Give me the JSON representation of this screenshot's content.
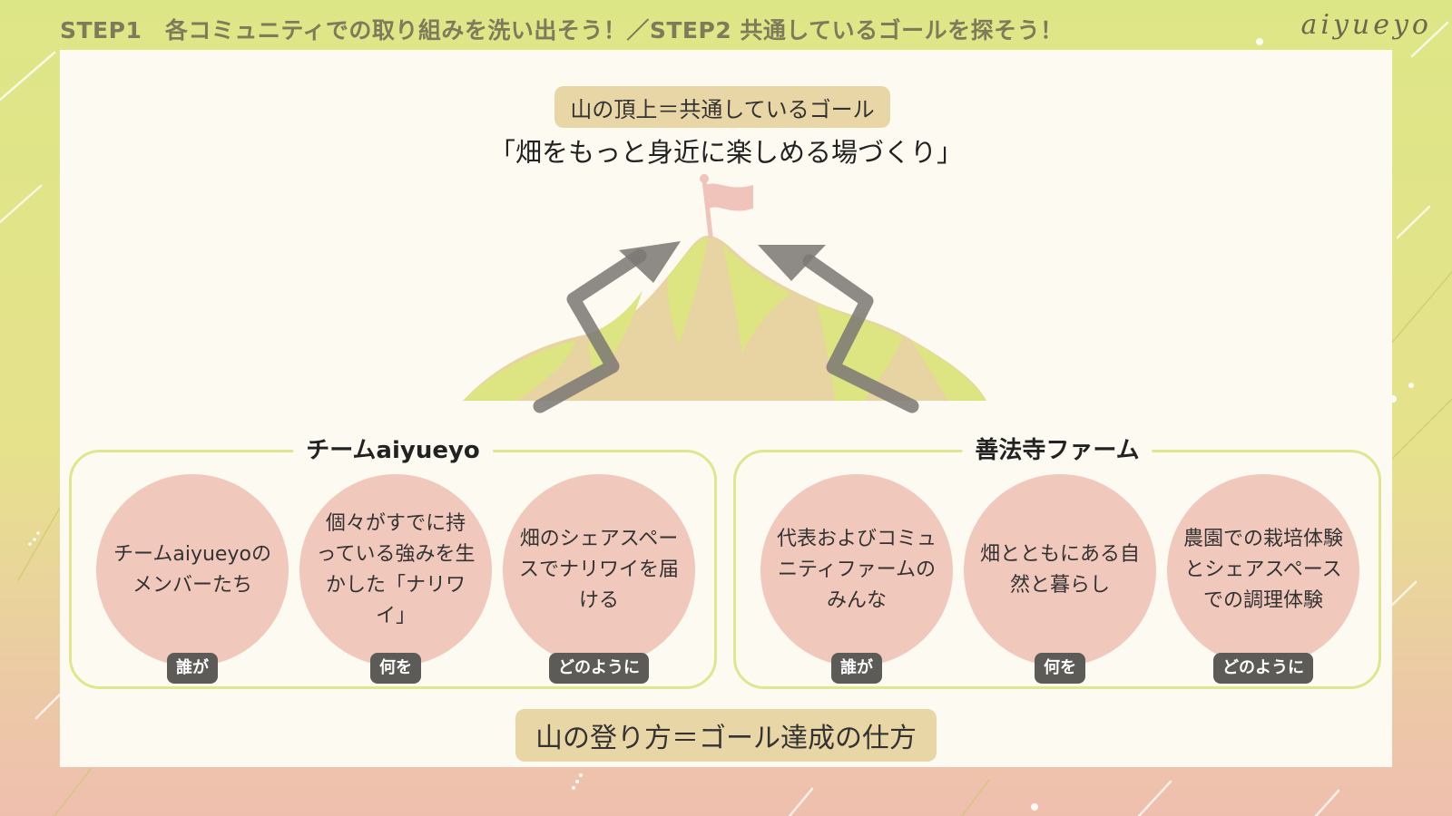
{
  "header": {
    "title": "STEP1　各コミュニティでの取り組みを洗い出そう！／STEP2 共通しているゴールを探そう！",
    "brand": "aiyueyo"
  },
  "goal": {
    "label": "山の頂上＝共通しているゴール",
    "text": "「畑をもっと身近に楽しめる場づくり」"
  },
  "groups": [
    {
      "title": "チームaiyueyo",
      "items": [
        {
          "text": "チームaiyueyoのメンバーたち",
          "tag": "誰が"
        },
        {
          "text": "個々がすでに持っている強みを生かした「ナリワイ」",
          "tag": "何を"
        },
        {
          "text": "畑のシェアスペースでナリワイを届ける",
          "tag": "どのように"
        }
      ]
    },
    {
      "title": "善法寺ファーム",
      "items": [
        {
          "text": "代表およびコミュニティファームのみんな",
          "tag": "誰が"
        },
        {
          "text": "畑とともにある自然と暮らし",
          "tag": "何を"
        },
        {
          "text": "農園での栽培体験とシェアスペースでの調理体験",
          "tag": "どのように"
        }
      ]
    }
  ],
  "footer": {
    "label": "山の登り方＝ゴール達成の仕方"
  },
  "colors": {
    "background": "#dde687",
    "panel": "#fdfbf1",
    "pill": "#e9d6a7",
    "circle": "#f1c9bc",
    "tag": "#5c5b58",
    "group_border": "#e0e68f",
    "mountain_tan": "#e8d3a2",
    "mountain_green": "#dde583",
    "flag": "#f0c3bb",
    "arrow": "#7a7774"
  },
  "icons": [
    "flag-icon",
    "mountain-icon",
    "arrow-icon"
  ]
}
